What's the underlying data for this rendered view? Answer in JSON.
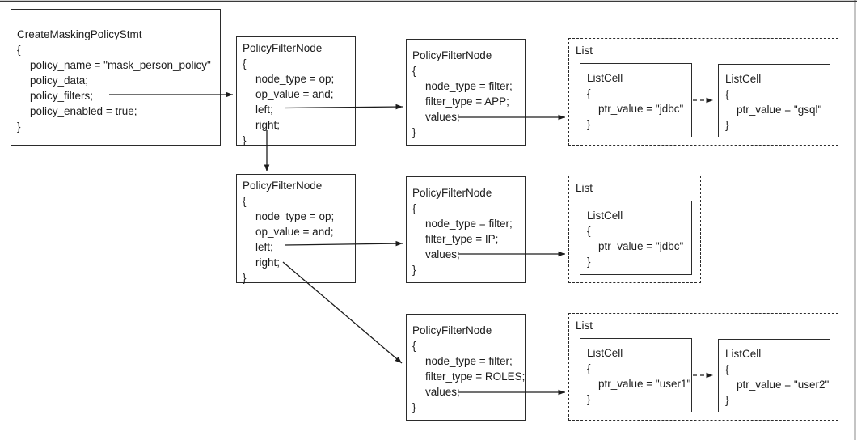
{
  "colors": {
    "ink": "#1c1c1c",
    "background": "#ffffff"
  },
  "syntax": {
    "open": "{",
    "close": "}"
  },
  "nodes": {
    "stmt": {
      "title": "CreateMaskingPolicyStmt",
      "fields": [
        "policy_name = \"mask_person_policy\"",
        "policy_data;",
        "policy_filters;",
        "policy_enabled = true;"
      ]
    },
    "op1": {
      "title": "PolicyFilterNode",
      "fields": [
        "node_type = op;",
        "op_value = and;",
        "left;",
        "right;"
      ]
    },
    "filter_app": {
      "title": "PolicyFilterNode",
      "fields": [
        "node_type = filter;",
        "filter_type = APP;",
        "values;"
      ]
    },
    "op2": {
      "title": "PolicyFilterNode",
      "fields": [
        "node_type = op;",
        "op_value = and;",
        "left;",
        "right;"
      ]
    },
    "filter_ip": {
      "title": "PolicyFilterNode",
      "fields": [
        "node_type = filter;",
        "filter_type = IP;",
        "values;"
      ]
    },
    "filter_roles": {
      "title": "PolicyFilterNode",
      "fields": [
        "node_type = filter;",
        "filter_type = ROLES;",
        "values;"
      ]
    }
  },
  "lists": {
    "app": {
      "label": "List",
      "cells": [
        {
          "title": "ListCell",
          "value": "ptr_value = \"jdbc\""
        },
        {
          "title": "ListCell",
          "value": "ptr_value = \"gsql\""
        }
      ]
    },
    "ip": {
      "label": "List",
      "cells": [
        {
          "title": "ListCell",
          "value": "ptr_value = \"jdbc\""
        }
      ]
    },
    "roles": {
      "label": "List",
      "cells": [
        {
          "title": "ListCell",
          "value": "ptr_value = \"user1\""
        },
        {
          "title": "ListCell",
          "value": "ptr_value = \"user2\""
        }
      ]
    }
  }
}
